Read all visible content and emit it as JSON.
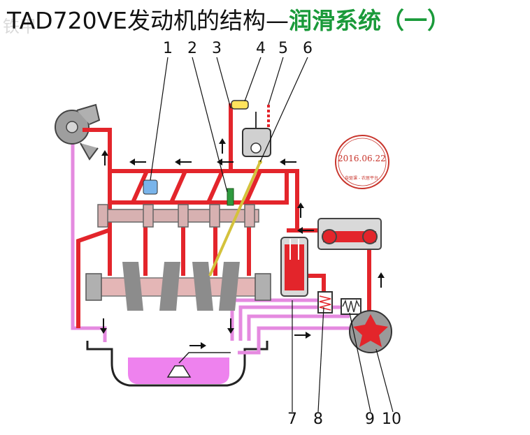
{
  "title": {
    "prefix": "TAD720VE发动机的结构—",
    "highlight": "润滑系统（一）"
  },
  "watermark": "铁甲",
  "stamp": {
    "date": "2016.06.22",
    "sub": "自驱课 - 农居平台"
  },
  "callouts": {
    "top": [
      "1",
      "2",
      "3",
      "4",
      "5",
      "6"
    ],
    "bottom": [
      "7",
      "8",
      "9",
      "10"
    ]
  },
  "colors": {
    "oil_pressure": "#e3252b",
    "oil_return": "#e58ae0",
    "sump_oil": "#ee82ee",
    "part_grey": "#8c8c8c",
    "stamp": "#c8342b",
    "highlight": "#1a9a3a"
  }
}
